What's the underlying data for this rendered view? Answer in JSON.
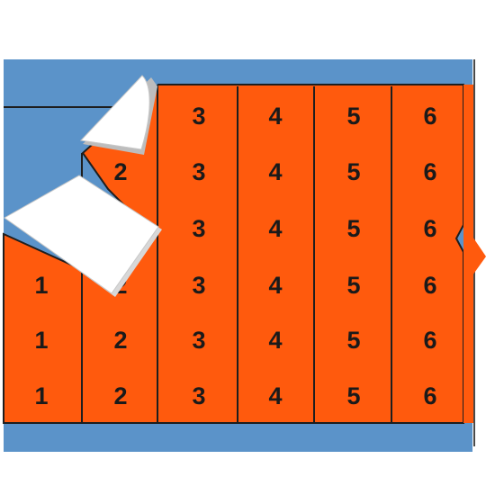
{
  "colors": {
    "liner": "#5b93c9",
    "marker": "#ff5a0d",
    "divider": "#1e1e1e",
    "peeled_label": "#ffffff"
  },
  "sheet": {
    "columns": [
      {
        "label": "1",
        "visible_rows": 3,
        "first_row": 4
      },
      {
        "label": "2",
        "visible_rows": 5,
        "first_row": 2
      },
      {
        "label": "3",
        "visible_rows": 6,
        "first_row": 1
      },
      {
        "label": "4",
        "visible_rows": 6,
        "first_row": 1
      },
      {
        "label": "5",
        "visible_rows": 6,
        "first_row": 1
      },
      {
        "label": "6",
        "visible_rows": 6,
        "first_row": 1
      }
    ],
    "rows_per_column": 6
  }
}
